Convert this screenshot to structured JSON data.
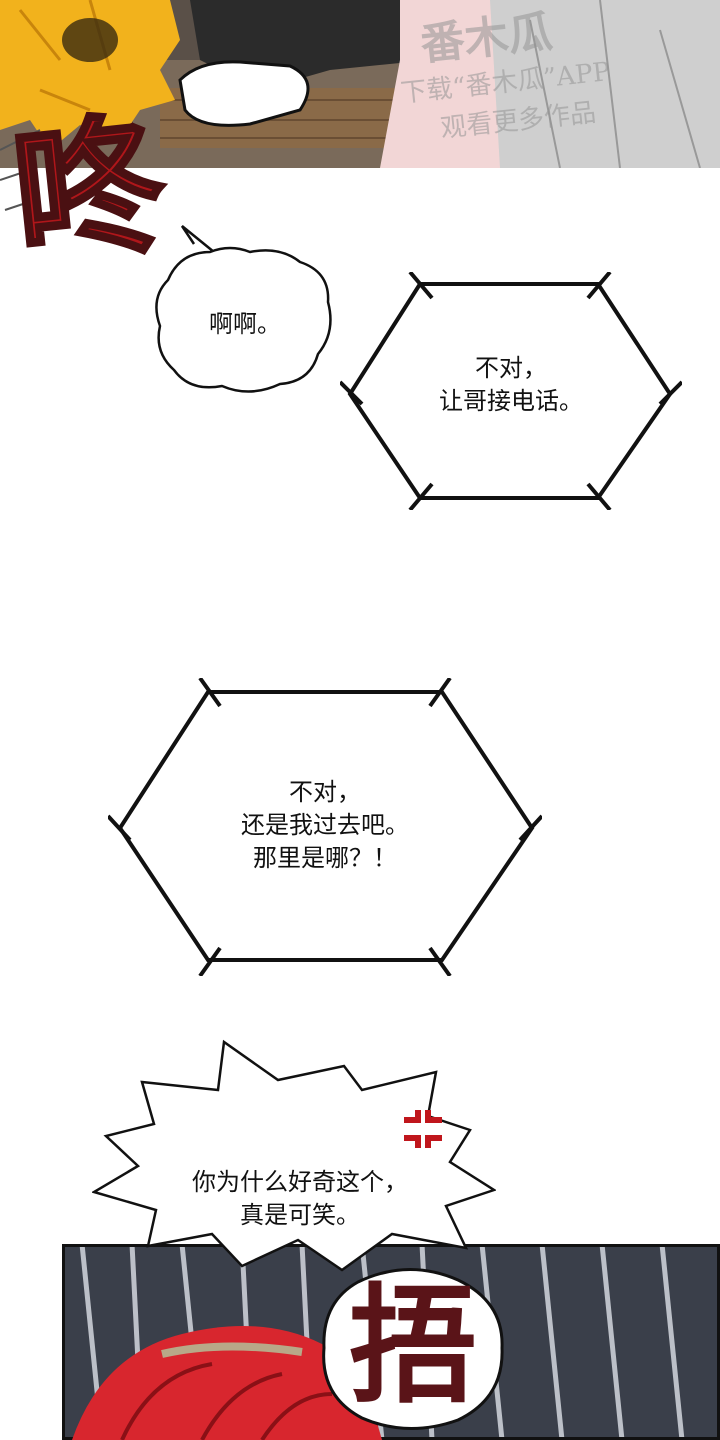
{
  "watermark": {
    "brand": "番木瓜",
    "line1": "下载“番木瓜”APP",
    "line2": "观看更多作品"
  },
  "sfx": {
    "thud": "咚",
    "cover": "捂",
    "anger_mark": "anger-vein-icon"
  },
  "dialogs": {
    "cloud": "啊啊。",
    "hex1": "不对，\n让哥接电话。",
    "hex2": "不对，\n还是我过去吧。\n那里是哪？！",
    "burst": "你为什么好奇这个，\n真是可笑。"
  },
  "colors": {
    "sfx_red": "#b0161a",
    "sfx_dark": "#4a1012",
    "hair_red": "#d8262e",
    "hair_blond": "#f2b21c",
    "sleeve_dark": "#2b2b2b",
    "bg_dark": "#3a3f4a"
  }
}
